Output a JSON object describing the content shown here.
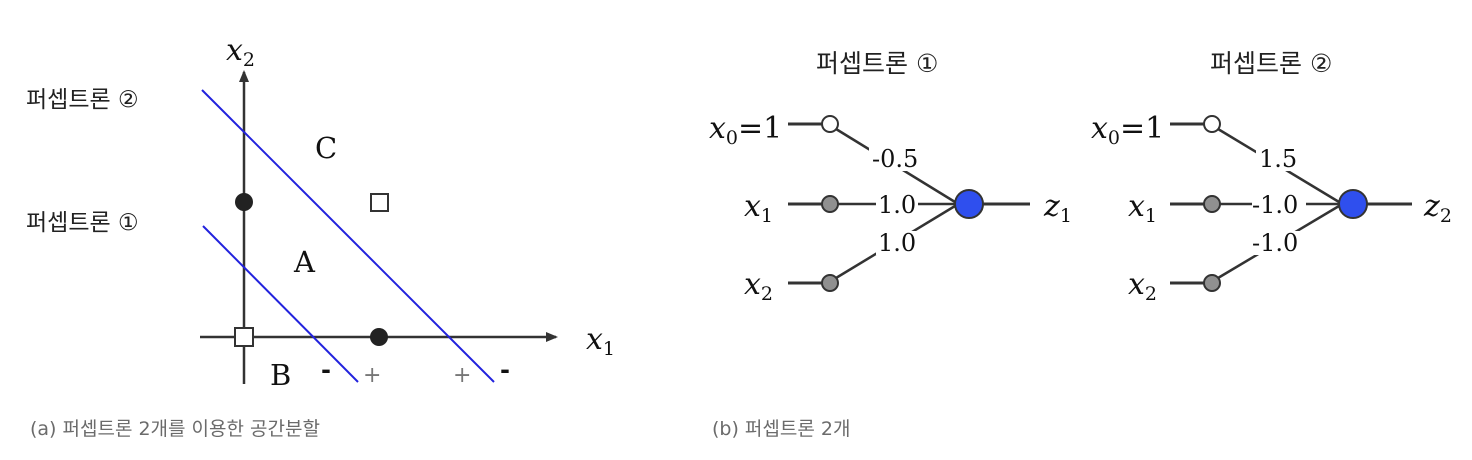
{
  "panel_a": {
    "axis_x_var": "x",
    "axis_x_sub": "1",
    "axis_y_var": "x",
    "axis_y_sub": "2",
    "perceptron1_label": "퍼셉트론 ①",
    "perceptron2_label": "퍼셉트론 ②",
    "region_c": "C",
    "region_a": "A",
    "region_b": "B",
    "sign1_neg": "-",
    "sign1_pos": "+",
    "sign2_pos": "+",
    "sign2_neg": "-",
    "caption": "(a) 퍼셉트론 2개를 이용한 공간분할",
    "line_color": "#2222dd",
    "filled_point_color": "#222222"
  },
  "panel_b": {
    "caption": "(b) 퍼셉트론 2개",
    "node_gray_color": "#909090",
    "node_output_color": "#2f4fee",
    "p1": {
      "title": "퍼셉트론 ①",
      "bias_var": "x",
      "bias_sub": "0",
      "bias_eq": "=1",
      "in1_var": "x",
      "in1_sub": "1",
      "in2_var": "x",
      "in2_sub": "2",
      "w0": "-0.5",
      "w1": "1.0",
      "w2": "1.0",
      "out_var": "z",
      "out_sub": "1"
    },
    "p2": {
      "title": "퍼셉트론 ②",
      "bias_var": "x",
      "bias_sub": "0",
      "bias_eq": "=1",
      "in1_var": "x",
      "in1_sub": "1",
      "in2_var": "x",
      "in2_sub": "2",
      "w0": "1.5",
      "w1": "-1.0",
      "w2": "-1.0",
      "out_var": "z",
      "out_sub": "2"
    }
  }
}
